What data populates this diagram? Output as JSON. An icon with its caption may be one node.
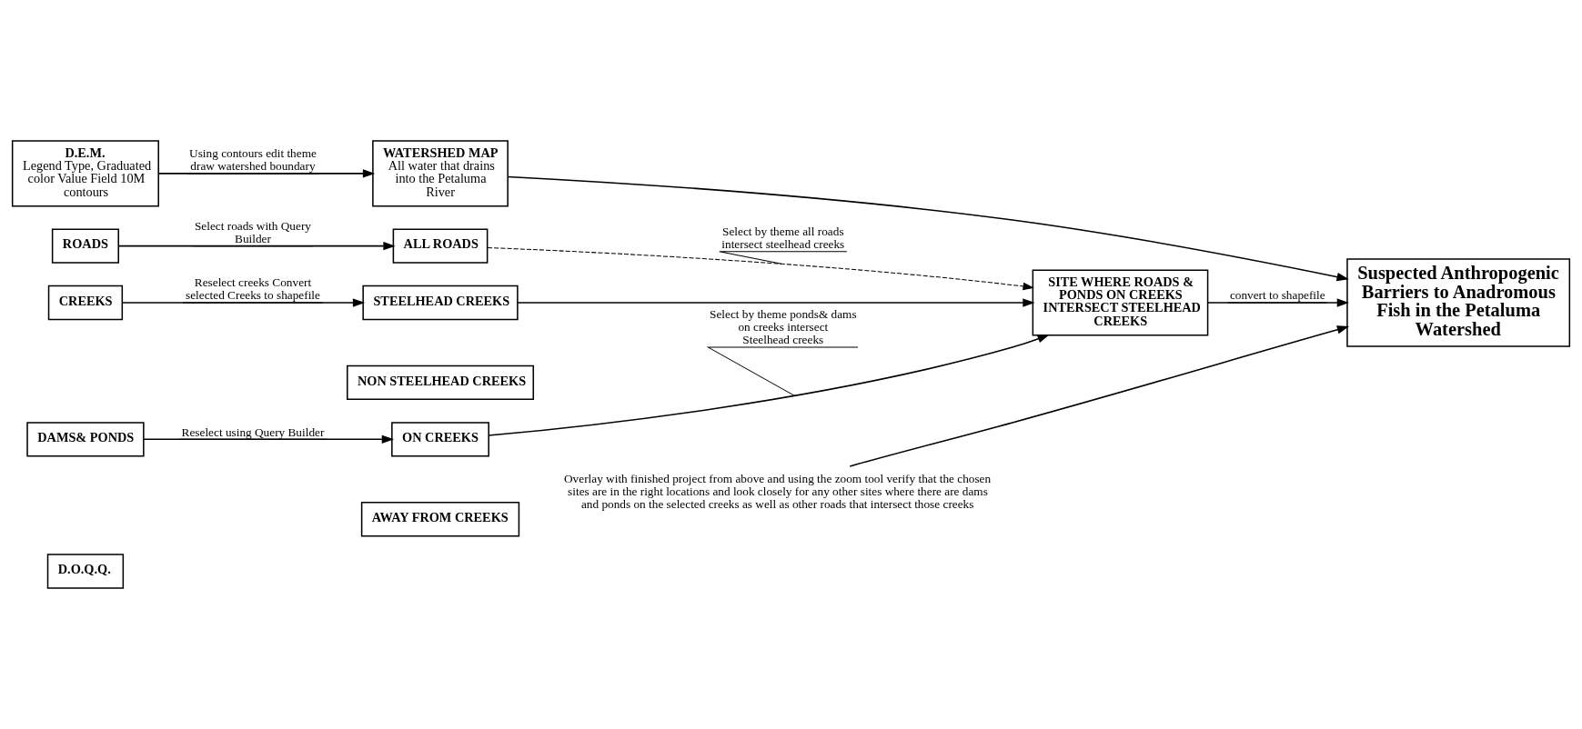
{
  "diagram": {
    "nodes": [
      {
        "text": [
          "D.E.M.",
          "Legend Type, Graduated color Value Field 10M contours"
        ]
      },
      {
        "text": [
          "WATERSHED MAP",
          "All water that drains into the Petaluma River"
        ]
      },
      {
        "text": [
          "ROADS"
        ]
      },
      {
        "text": [
          "ALL ROADS"
        ]
      },
      {
        "text": [
          "CREEKS"
        ]
      },
      {
        "text": [
          "STEELHEAD CREEKS"
        ]
      },
      {
        "text": [
          "NON STEELHEAD CREEKS"
        ]
      },
      {
        "text": [
          "SITE WHERE ROADS & PONDS ON CREEKS INTERSECT STEELHEAD CREEKS"
        ]
      },
      {
        "text": [
          "Suspected Anthropogenic Barriers to Anadromous Fish in the Petaluma Watershed"
        ]
      },
      {
        "text": [
          "DAMS& PONDS"
        ]
      },
      {
        "text": [
          "ON CREEKS"
        ]
      },
      {
        "text": [
          "AWAY FROM CREEKS"
        ]
      },
      {
        "text": [
          "D.O.Q.Q."
        ]
      },
      {
        "text": [
          "Overlay with finished project from above and using the zoom tool verify that the chosen sites are in the right locations and look closely for any other sites where there are dams and ponds on the selected creeks as well as other roads that intersect those creeks"
        ]
      }
    ],
    "edges": [
      {
        "from": 0,
        "to": 1,
        "arrow": "to",
        "label": "Using contours edit theme draw watershed boundary"
      },
      {
        "from": 1,
        "to": 8,
        "arrow": "to"
      },
      {
        "from": 2,
        "to": 3,
        "arrow": "to",
        "label": "Select roads with Query Builder"
      },
      {
        "from": 3,
        "to": 7,
        "arrow": "to",
        "style": "dashed",
        "label": "Select by theme all roads intersect steelhead creeks"
      },
      {
        "from": 4,
        "to": 5,
        "arrow": "to",
        "label": "Reselect creeks Convert selected Creeks to shapefile"
      },
      {
        "from": 5,
        "to": 7,
        "arrow": "to"
      },
      {
        "from": 7,
        "to": 8,
        "arrow": "to",
        "label": "convert to shapefile"
      },
      {
        "from": 9,
        "to": 10,
        "arrow": "to",
        "label": "Reselect using Query Builder"
      },
      {
        "from": 10,
        "to": 7,
        "arrow": "to",
        "label": "Select by theme ponds& dams on creeks intersect Steelhead creeks"
      },
      {
        "from": 13,
        "to": 8,
        "arrow": "to"
      }
    ]
  }
}
